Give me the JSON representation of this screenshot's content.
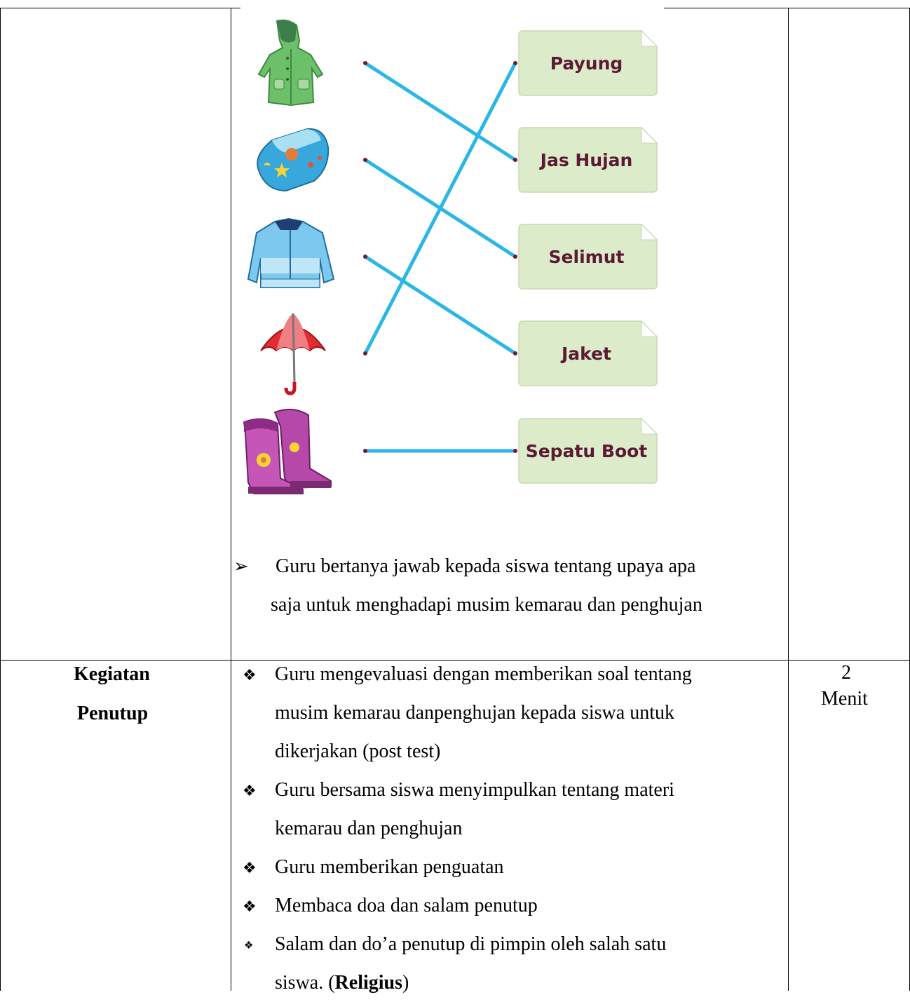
{
  "matching": {
    "items": [
      {
        "icon": "raincoat-icon"
      },
      {
        "icon": "blanket-icon"
      },
      {
        "icon": "jacket-icon"
      },
      {
        "icon": "umbrella-icon"
      },
      {
        "icon": "boots-icon"
      }
    ],
    "labels": [
      "Payung",
      "Jas Hujan",
      "Selimut",
      "Jaket",
      "Sepatu Boot"
    ],
    "connections": [
      {
        "from_item": 0,
        "to_label": 1
      },
      {
        "from_item": 1,
        "to_label": 2
      },
      {
        "from_item": 2,
        "to_label": 3
      },
      {
        "from_item": 3,
        "to_label": 0
      },
      {
        "from_item": 4,
        "to_label": 4
      }
    ],
    "line_color": "#2bb7e6",
    "card_color": "#dcebc9"
  },
  "question": {
    "line1": "Guru bertanya jawab kepada siswa tentang upaya apa",
    "line2": "saja untuk menghadapi musim kemarau dan penghujan"
  },
  "closing": {
    "label_line1": "Kegiatan",
    "label_line2": "Penutup",
    "time_value": "2",
    "time_unit": "Menit",
    "bullets": [
      {
        "lines": [
          "Guru mengevaluasi dengan memberikan soal tentang",
          "musim kemarau danpenghujan kepada siswa untuk",
          "dikerjakan (post test)"
        ]
      },
      {
        "lines": [
          "Guru bersama siswa menyimpulkan tentang materi",
          "kemarau dan penghujan"
        ]
      },
      {
        "lines": [
          "Guru memberikan penguatan"
        ]
      },
      {
        "lines": [
          "Membaca doa dan salam penutup"
        ]
      },
      {
        "lines": [
          "Salam dan do’a penutup di pimpin oleh salah satu",
          "siswa. ("
        ],
        "bold_tail": "Religius",
        "tail_end": ")"
      }
    ]
  }
}
